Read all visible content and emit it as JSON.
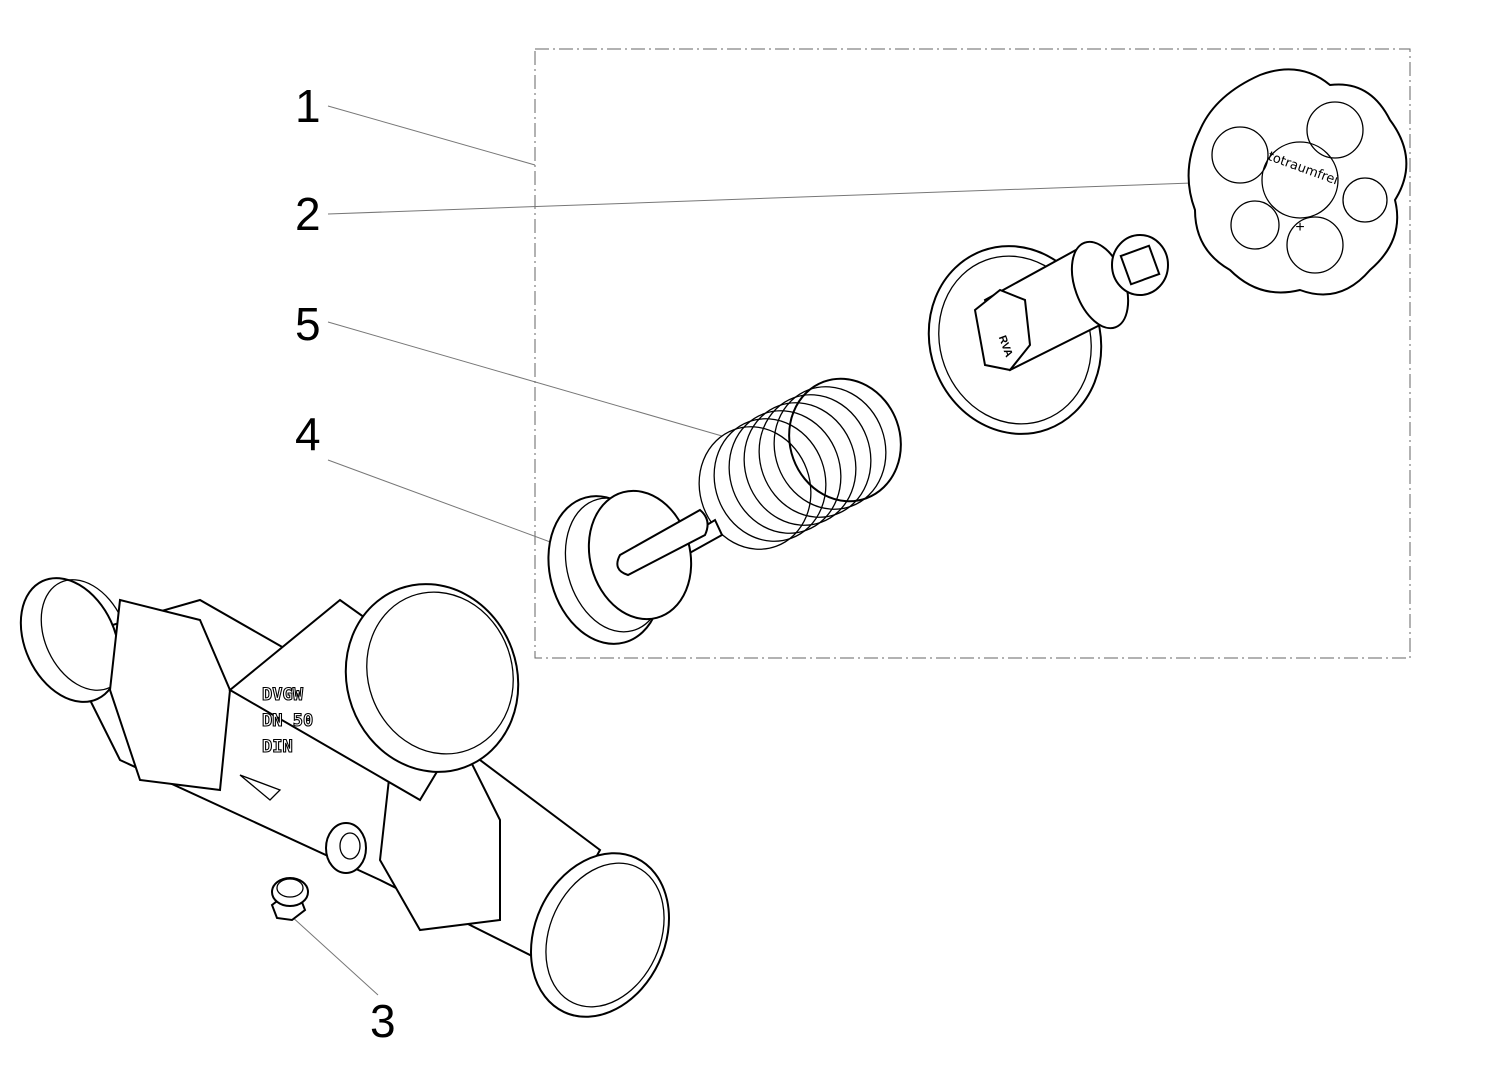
{
  "diagram": {
    "callouts": [
      {
        "id": "1",
        "label": "1",
        "part": "assembly-box"
      },
      {
        "id": "2",
        "label": "2",
        "part": "handwheel"
      },
      {
        "id": "5",
        "label": "5",
        "part": "spring"
      },
      {
        "id": "4",
        "label": "4",
        "part": "valve-disc"
      },
      {
        "id": "3",
        "label": "3",
        "part": "plug"
      }
    ],
    "body_markings": [
      "DVGW",
      "DN 50",
      "DIN"
    ],
    "handwheel_text": "totraumfrei",
    "bonnet_marking": "RVA"
  }
}
